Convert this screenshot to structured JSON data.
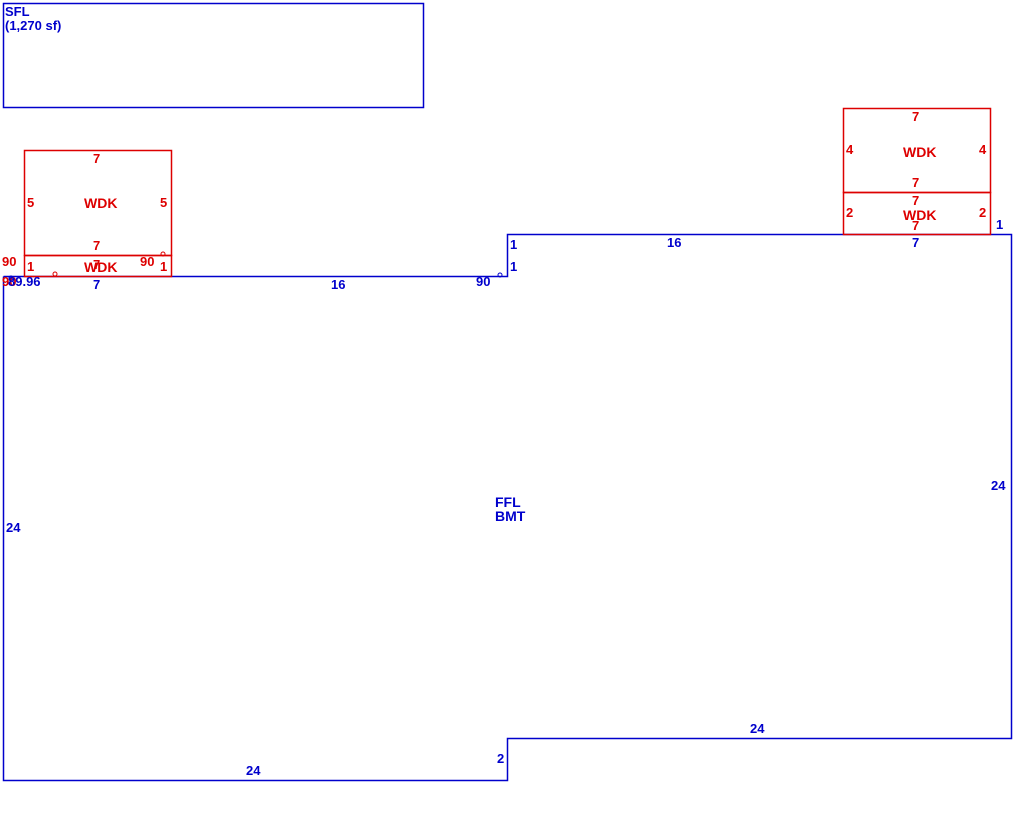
{
  "colors": {
    "blue": "#0000cc",
    "red": "#dd0000"
  },
  "sfl": {
    "name": "SFL",
    "area": "(1,270 sf)"
  },
  "main": {
    "name_1": "FFL",
    "name_2": "BMT"
  },
  "main_dims": {
    "top_left": "16",
    "top_right": "16",
    "left": "24",
    "right": "24",
    "bottom_left": "24",
    "bottom_right": "24",
    "step_bottom": "2",
    "step_top_a": "1",
    "step_top_b": "1",
    "right_corner": "1",
    "angle_step": "90",
    "left_angle": "90",
    "left_value": "89.96",
    "left_deck_bottom": "7",
    "right_deck_bottom": "7"
  },
  "wdk_left_upper": {
    "name": "WDK",
    "top": "7",
    "bottom": "7",
    "left": "5",
    "right": "5"
  },
  "wdk_left_lower": {
    "name": "WDK",
    "left": "1",
    "right": "1",
    "top": "7",
    "angle_left": "90",
    "angle_right": "90"
  },
  "wdk_right_upper": {
    "name": "WDK",
    "top": "7",
    "bottom": "7",
    "left": "4",
    "right": "4"
  },
  "wdk_right_lower": {
    "name": "WDK",
    "top": "7",
    "bottom": "7",
    "left": "2",
    "right": "2"
  }
}
